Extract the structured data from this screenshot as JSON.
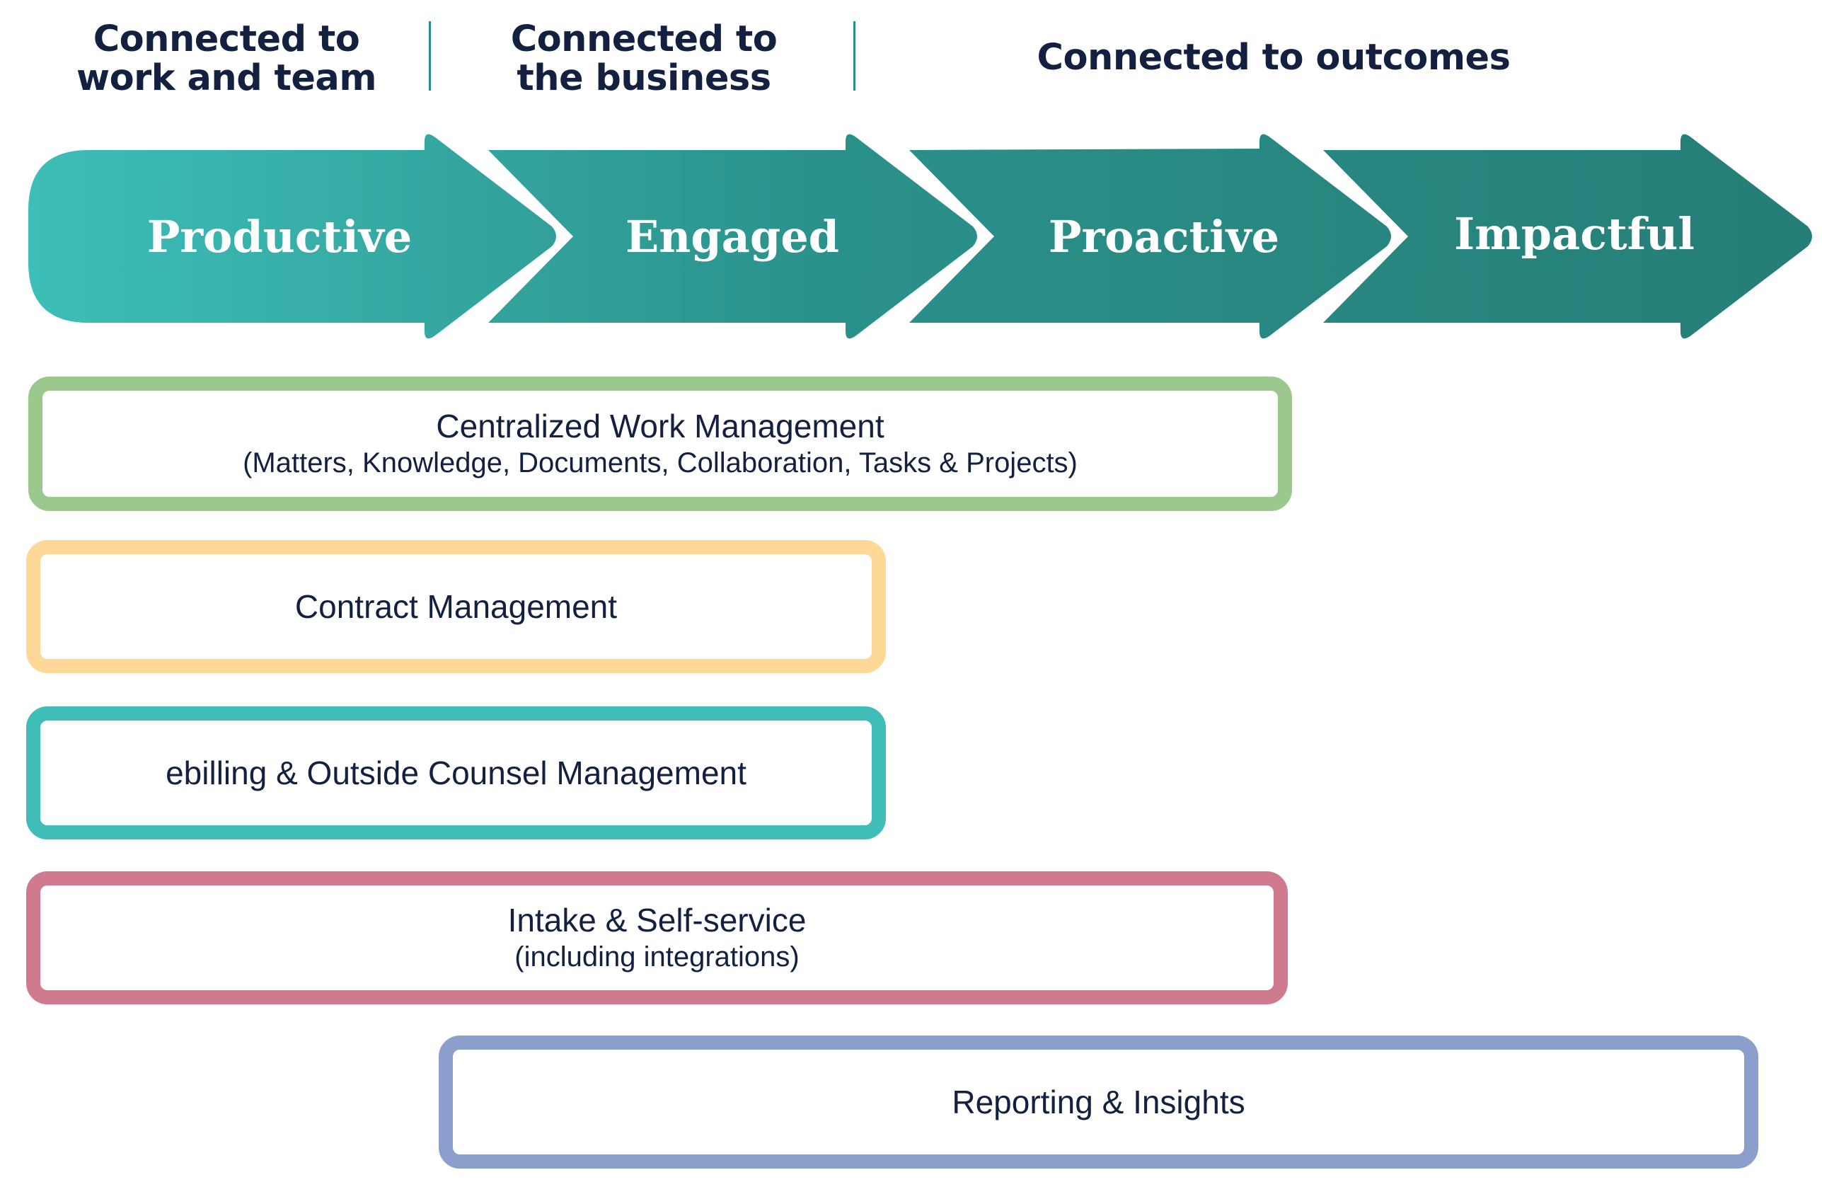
{
  "headers": [
    {
      "line1": "Connected to",
      "line2": "work and team"
    },
    {
      "line1": "Connected to",
      "line2": "the business"
    },
    {
      "line1": "Connected to outcomes",
      "line2": ""
    }
  ],
  "stages": [
    {
      "label": "Productive"
    },
    {
      "label": "Engaged"
    },
    {
      "label": "Proactive"
    },
    {
      "label": "Impactful"
    }
  ],
  "boxes": {
    "centralized": {
      "title": "Centralized Work Management",
      "subtitle": "(Matters, Knowledge, Documents, Collaboration, Tasks & Projects)",
      "color": "#9bc88d"
    },
    "contract": {
      "title": "Contract Management",
      "subtitle": "",
      "color": "#fdd897"
    },
    "ebilling": {
      "title": "ebilling & Outside Counsel Management",
      "subtitle": "",
      "color": "#3fbdb7"
    },
    "intake": {
      "title": "Intake & Self-service",
      "subtitle": "(including integrations)",
      "color": "#d07a90"
    },
    "reporting": {
      "title": "Reporting & Insights",
      "subtitle": "",
      "color": "#8c9fcc"
    }
  },
  "colors": {
    "heading_text": "#14203f",
    "arrow_gradient_start": "#3ebeb8",
    "arrow_gradient_end": "#267f78",
    "divider": "#2a8d86"
  }
}
